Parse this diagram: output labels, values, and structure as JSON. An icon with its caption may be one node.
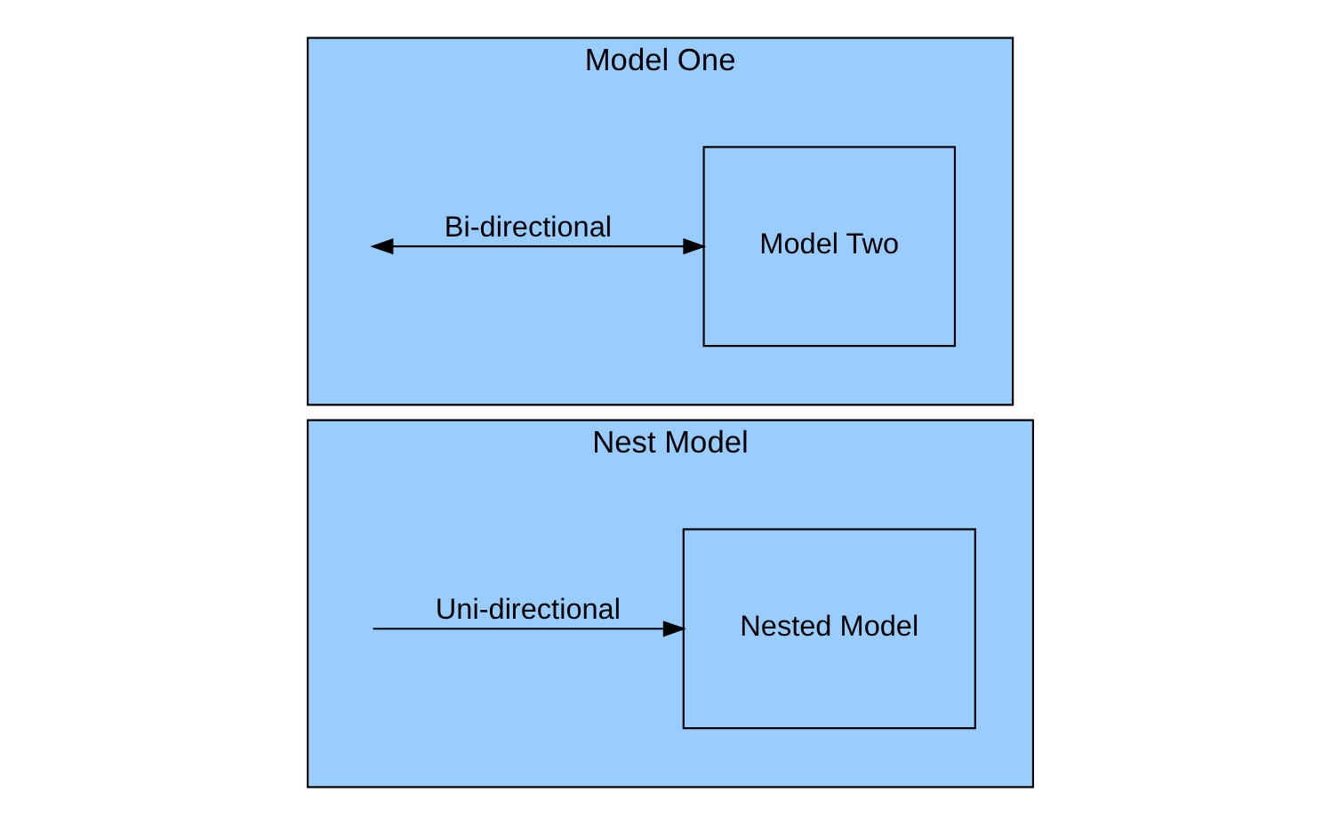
{
  "diagram": {
    "nodes": [
      {
        "text": [
          "Nest Model"
        ]
      },
      {
        "text": [
          "Nested Model"
        ],
        "in": 0
      },
      {
        "text": [
          "Model One"
        ]
      },
      {
        "text": [
          "Model Two"
        ],
        "in": 2
      }
    ],
    "edges": [
      {
        "from": 0,
        "to": 1,
        "arrow": "to",
        "label": "Uni-directional"
      },
      {
        "from": 2,
        "to": 3,
        "arrow": "both",
        "label": "Bi-directional"
      }
    ]
  }
}
